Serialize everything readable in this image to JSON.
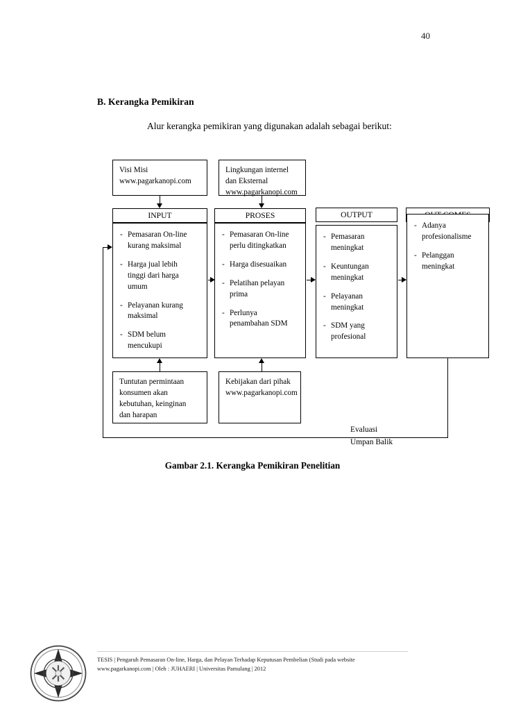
{
  "page": {
    "number": "40"
  },
  "section": {
    "heading": "B. Kerangka Pemikiran",
    "intro": "Alur kerangka pemikiran yang digunakan adalah sebagai berikut:"
  },
  "diagram": {
    "top_boxes": [
      {
        "name": "visi-misi",
        "lines": [
          "Visi Misi",
          "www.pagarkanopi.com"
        ]
      },
      {
        "name": "lingkungan",
        "lines": [
          "Lingkungan internel",
          "dan Eksternal",
          "www.pagarkanopi.com"
        ]
      }
    ],
    "columns": [
      {
        "header": "INPUT",
        "items": [
          [
            "Pemasaran On-line",
            "kurang maksimal"
          ],
          [
            "Harga jual lebih",
            "tinggi dari harga",
            "umum"
          ],
          [
            "Pelayanan kurang",
            "maksimal"
          ],
          [
            "SDM belum",
            "mencukupi"
          ]
        ]
      },
      {
        "header": "PROSES",
        "items": [
          [
            "Pemasaran On-line",
            "perlu ditingkatkan"
          ],
          [
            "Harga disesuaikan"
          ],
          [
            "Pelatihan pelayan",
            "prima"
          ],
          [
            "Perlunya",
            "penambahan SDM"
          ]
        ]
      },
      {
        "header": "OUTPUT",
        "items": [
          [
            "Pemasaran",
            "meningkat"
          ],
          [
            "Keuntungan",
            "meningkat"
          ],
          [
            "Pelayanan",
            "meningkat"
          ],
          [
            "SDM yang",
            "profesional"
          ]
        ]
      },
      {
        "header": "OUT COMES",
        "items": [
          [
            "Adanya",
            "profesionalisme"
          ],
          [
            "Pelanggan",
            "meningkat"
          ]
        ]
      }
    ],
    "bottom_boxes": [
      {
        "name": "tuntutan",
        "lines": [
          "Tuntutan permintaan",
          "konsumen akan",
          "kebutuhan, keinginan",
          "dan harapan"
        ]
      },
      {
        "name": "kebijakan",
        "lines": [
          "Kebijakan dari pihak",
          "www.pagarkanopi.com"
        ]
      }
    ],
    "bullet_marker": "-",
    "feedback": {
      "evaluasi": "Evaluasi",
      "umpan_balik": "Umpan Balik"
    },
    "caption": "Gambar 2.1. Kerangka Pemikiran Penelitian"
  },
  "footer": {
    "line1": "TESIS | Pengaruh Pemasaran On-line, Harga, dan Pelayan Terhadap Keputusan Pembelian (Studi pada website",
    "line2": "www.pagarkanopi.com | Oleh : JUHAERI | Universitas Pamulang | 2012",
    "seal_icon": "university-seal-icon"
  }
}
